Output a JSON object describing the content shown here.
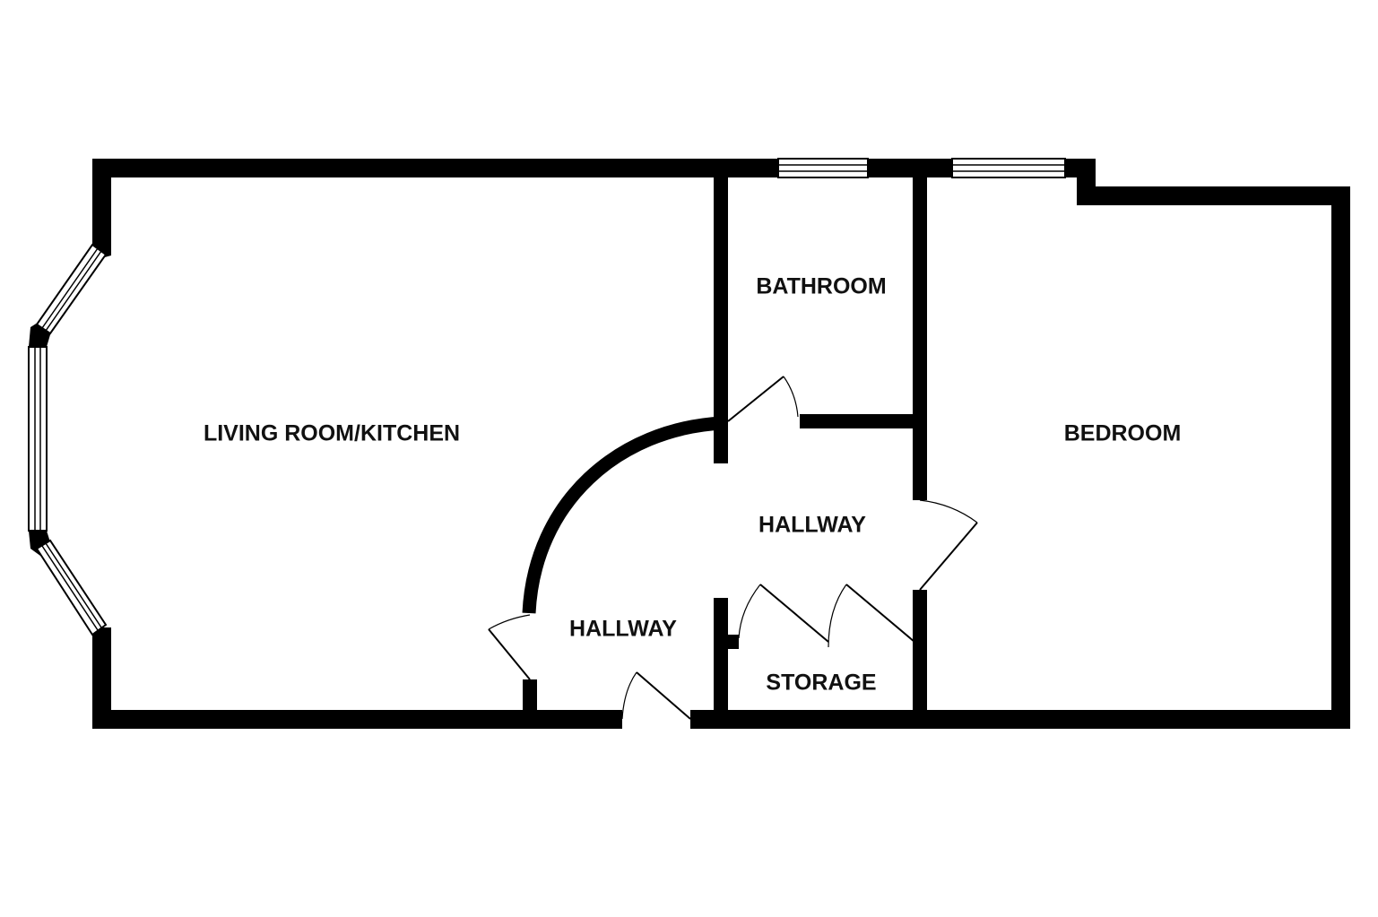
{
  "plan": {
    "rooms": {
      "living_room": "LIVING ROOM/KITCHEN",
      "bathroom": "BATHROOM",
      "bedroom": "BEDROOM",
      "hallway_main": "HALLWAY",
      "hallway_entry": "HALLWAY",
      "storage": "STORAGE"
    }
  }
}
